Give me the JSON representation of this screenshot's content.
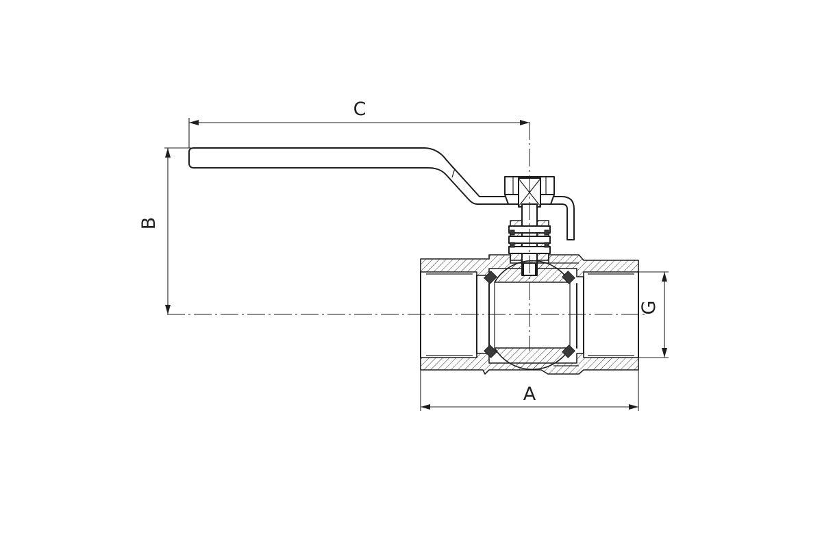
{
  "labels": {
    "A": "A",
    "B": "B",
    "C": "C",
    "G": "G"
  },
  "colors": {
    "line": "#1e1e1e",
    "background": "#ffffff"
  }
}
